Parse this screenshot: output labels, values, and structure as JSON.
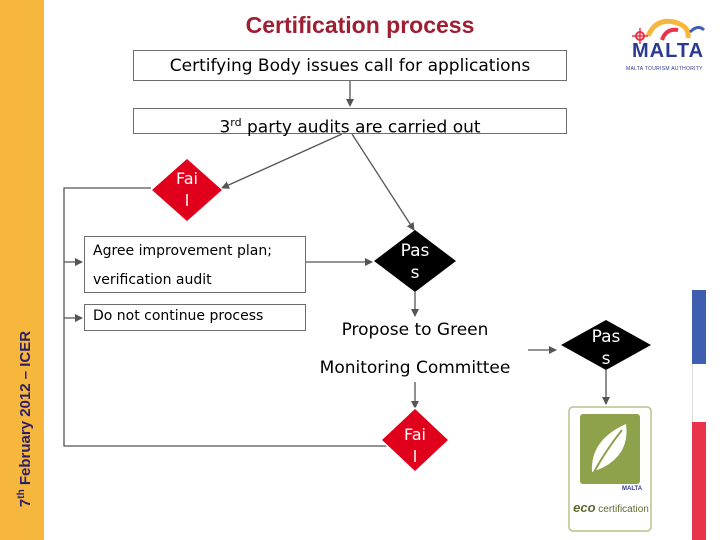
{
  "sidebar": {
    "label_sup": "th",
    "label_prefix": "7",
    "label_rest": " February 2012 – ICER"
  },
  "title": "Certification process",
  "logo": {
    "name": "MALTA",
    "tagline": "MALTA TOURISM AUTHORITY"
  },
  "nodes": {
    "call": "Certifying Body issues call for applications",
    "audit_prefix": "3",
    "audit_sup": "rd",
    "audit_rest": " party audits are carried out",
    "improve_line1": "Agree improvement plan;",
    "improve_line2": "verification audit",
    "discontinue": "Do not continue process",
    "propose_line1": "Propose to Green",
    "propose_line2": "Monitoring Committee"
  },
  "decisions": {
    "fail_top": "Fai\nl",
    "pass_mid": "Pas\ns",
    "pass_right": "Pas\ns",
    "fail_bottom": "Fai\nl"
  },
  "eco_badge": {
    "brand": "MALTA",
    "word1": "eco",
    "word2": " certification",
    "icon": "leaf-icon"
  },
  "colors": {
    "title": "#9E1E32",
    "sidebar": "#F6B73C",
    "fail": "#E0001B",
    "pass": "#000000",
    "accent_blue": "#3E5FB0",
    "accent_red": "#E8334A"
  }
}
